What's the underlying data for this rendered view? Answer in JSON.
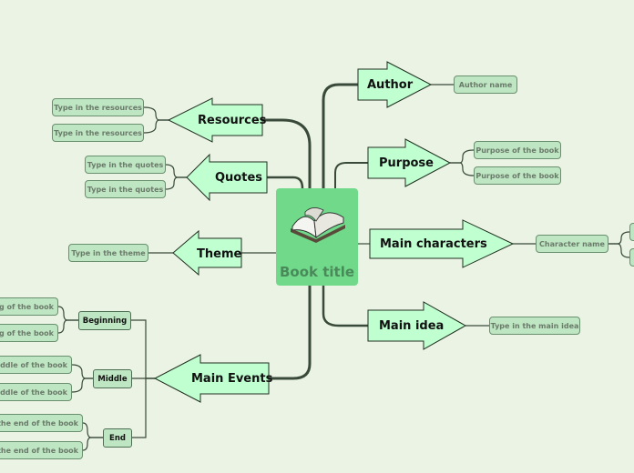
{
  "center": {
    "title": "Book title",
    "icon": "open-book-icon"
  },
  "branches": {
    "author": {
      "label": "Author",
      "leaves": [
        "Author name"
      ]
    },
    "purpose": {
      "label": "Purpose",
      "leaves": [
        "Purpose of the book",
        "Purpose of the book"
      ]
    },
    "main_characters": {
      "label": "Main characters",
      "leaves": [
        "Character name"
      ]
    },
    "main_idea": {
      "label": "Main idea",
      "leaves": [
        "Type in the main idea"
      ]
    },
    "resources": {
      "label": "Resources",
      "leaves": [
        "Type in the resources",
        "Type in the resources"
      ]
    },
    "quotes": {
      "label": "Quotes",
      "leaves": [
        "Type in the quotes",
        "Type in the quotes"
      ]
    },
    "theme": {
      "label": "Theme",
      "leaves": [
        "Type in the theme"
      ]
    },
    "main_events": {
      "label": "Main Events",
      "groups": [
        {
          "label": "Beginning",
          "leaves": [
            "ng of the book",
            "ng of the book"
          ]
        },
        {
          "label": "Middle",
          "leaves": [
            "middle of the book",
            "middle of the book"
          ]
        },
        {
          "label": "End",
          "leaves": [
            "n the end of the book",
            "n the end of the book"
          ]
        }
      ]
    }
  },
  "colors": {
    "background": "#eaf3e4",
    "arrow_fill": "#bfffd0",
    "center_fill": "#70d98a",
    "leaf_fill": "#bfe6c2"
  }
}
